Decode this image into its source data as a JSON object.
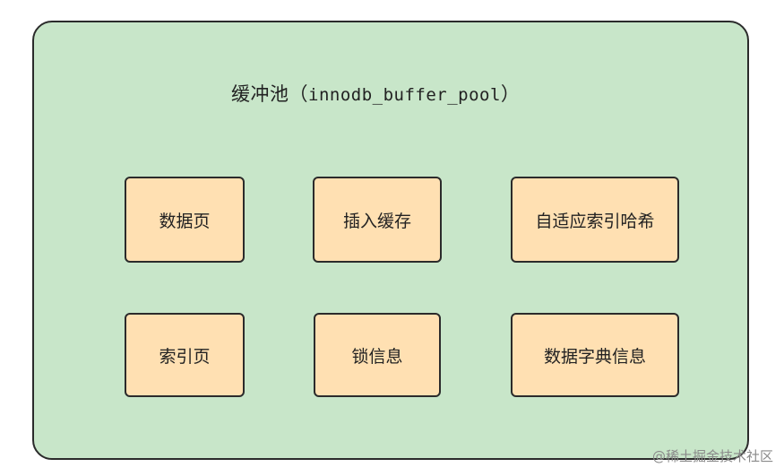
{
  "pool": {
    "title_cn": "缓冲池（",
    "title_code": "innodb_buffer_pool",
    "title_close": "）"
  },
  "components": [
    {
      "label": "数据页"
    },
    {
      "label": "插入缓存"
    },
    {
      "label": "自适应索引哈希"
    },
    {
      "label": "索引页"
    },
    {
      "label": "锁信息"
    },
    {
      "label": "数据字典信息"
    }
  ],
  "watermark": "@稀土掘金技术社区",
  "colors": {
    "pool_fill": "#c8e6c9",
    "box_fill": "#ffe0b2",
    "border": "#2b2b2b"
  }
}
